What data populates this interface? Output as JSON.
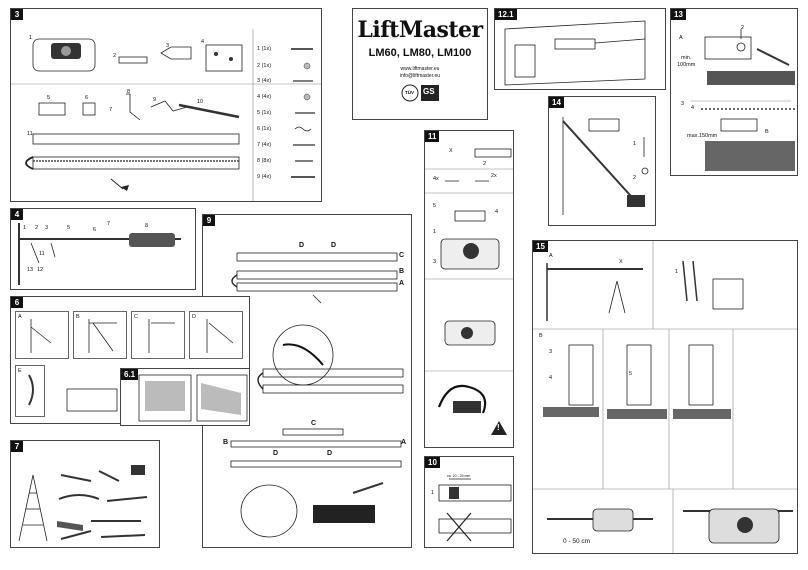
{
  "brand": {
    "logo": "LiftMaster",
    "models": "LM60, LM80, LM100",
    "website": "www.liftmaster.eu",
    "email": "info@liftmaster.eu",
    "cert_tuv": "TÜV",
    "cert_gs": "GS"
  },
  "panels": {
    "p3": {
      "num": "3"
    },
    "p4": {
      "num": "4"
    },
    "p6": {
      "num": "6"
    },
    "p61": {
      "num": "6.1"
    },
    "p7": {
      "num": "7"
    },
    "p9": {
      "num": "9"
    },
    "p10": {
      "num": "10"
    },
    "p11": {
      "num": "11"
    },
    "p121": {
      "num": "12.1"
    },
    "p13": {
      "num": "13"
    },
    "p14": {
      "num": "14"
    },
    "p15": {
      "num": "15"
    }
  },
  "parts_list": [
    {
      "qty": "1 (1x)"
    },
    {
      "qty": "2 (1x)"
    },
    {
      "qty": "3 (4x)"
    },
    {
      "qty": "4 (4x)"
    },
    {
      "qty": "5 (1x)"
    },
    {
      "qty": "6 (1x)"
    },
    {
      "qty": "7 (4x)"
    },
    {
      "qty": "8 (8x)"
    },
    {
      "qty": "9 (4x)"
    }
  ],
  "p3_labels": {
    "l1": "1",
    "l2": "2",
    "l3": "3",
    "l4": "4",
    "l5": "5",
    "l6": "6",
    "l7": "7",
    "l8": "8",
    "l9": "9",
    "l10": "10",
    "l11": "11"
  },
  "p4_labels": {
    "l1": "1",
    "l2": "2",
    "l3": "3",
    "l5": "5",
    "l6": "6",
    "l7": "7",
    "l8": "8",
    "l11": "11",
    "l12": "12",
    "l13": "13"
  },
  "p6_labels": {
    "a": "A",
    "b": "B",
    "c": "C",
    "d": "D",
    "e": "E"
  },
  "p9_labels": {
    "d1": "D",
    "d2": "D",
    "c": "C",
    "b": "B",
    "a": "A",
    "c2": "C",
    "b2": "B",
    "a2": "A",
    "d3": "D",
    "d4": "D"
  },
  "p11_labels": {
    "x": "X",
    "two": "2",
    "qty4": "4x",
    "qty2": "2x",
    "five": "5",
    "one": "1",
    "three": "3",
    "four": "4"
  },
  "p13_labels": {
    "two": "2",
    "a": "A",
    "min": "min.",
    "min_val": "100mm",
    "three": "3",
    "four": "4",
    "max": "max.150mm",
    "b": "B"
  },
  "p14_labels": {
    "one": "1",
    "two": "2"
  },
  "p15_labels": {
    "a": "A",
    "x": "X",
    "one": "1",
    "b": "B",
    "three": "3",
    "four": "4",
    "five": "5",
    "range": "0 - 50 cm"
  },
  "p10_labels": {
    "one": "1",
    "measure": "ca. 20 - 25 mm"
  },
  "warning_icon": "warning-triangle-icon",
  "colors": {
    "ink": "#111111",
    "panel_border": "#444444",
    "background": "#ffffff"
  }
}
